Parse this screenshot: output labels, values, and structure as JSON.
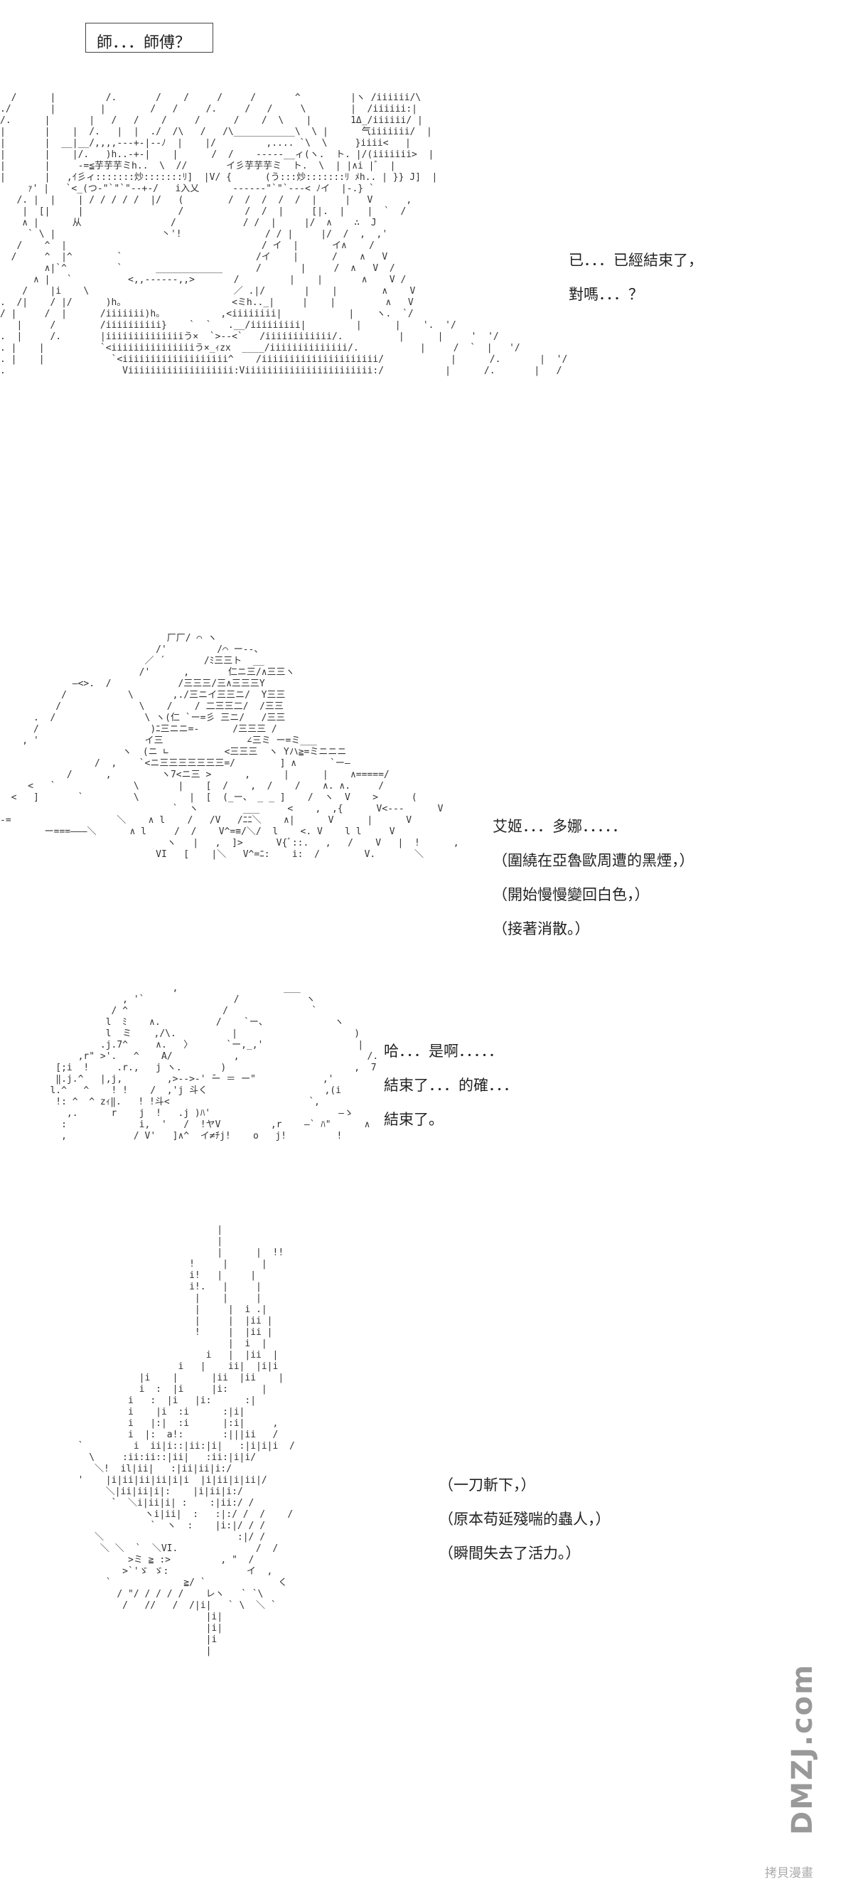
{
  "panels": [
    {
      "speech_bubble": "師．．．師傅？",
      "lines": [
        "已．．．已經結束了，",
        "對嗎．．．？"
      ]
    },
    {
      "lines": [
        "艾姬．．．多娜．．．．．",
        "（圍繞在亞魯歐周遭的黑煙，）",
        "（開始慢慢變回白色，）",
        "（接著消散。）"
      ]
    },
    {
      "lines": [
        "哈．．．是啊．．．．．",
        "結束了．．．的確．．．",
        "結束了。"
      ]
    },
    {
      "lines": [
        "（一刀斬下，）",
        "（原本苟延殘喘的蟲人，）",
        "（瞬間失去了活力。）"
      ]
    }
  ],
  "watermark": {
    "logo": "DMZJ.com",
    "text": "拷貝漫畫"
  }
}
